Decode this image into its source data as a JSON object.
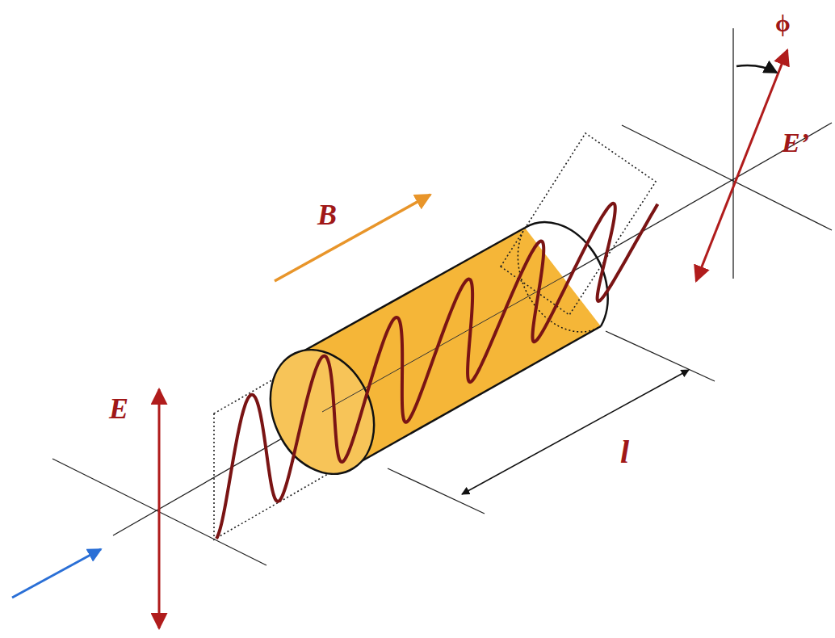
{
  "diagram": {
    "labels": [
      "E",
      "B",
      "E’",
      "ϕ",
      "l"
    ]
  }
}
